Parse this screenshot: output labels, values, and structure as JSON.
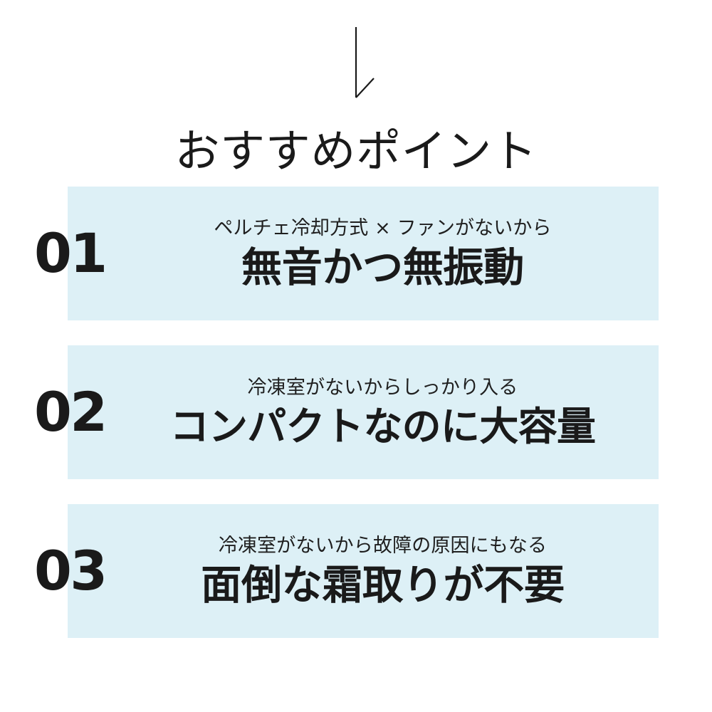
{
  "header": {
    "arrow_icon": "down-arrow-icon",
    "title": "おすすめポイント"
  },
  "colors": {
    "panel_background": "#ddf0f6",
    "page_background": "#ffffff",
    "text": "#1a1a1a"
  },
  "features": [
    {
      "number": "01",
      "subtitle": "ペルチェ冷却方式 × ファンがないから",
      "headline": "無音かつ無振動"
    },
    {
      "number": "02",
      "subtitle": "冷凍室がないからしっかり入る",
      "headline": "コンパクトなのに大容量"
    },
    {
      "number": "03",
      "subtitle": "冷凍室がないから故障の原因にもなる",
      "headline": "面倒な霜取りが不要"
    }
  ]
}
